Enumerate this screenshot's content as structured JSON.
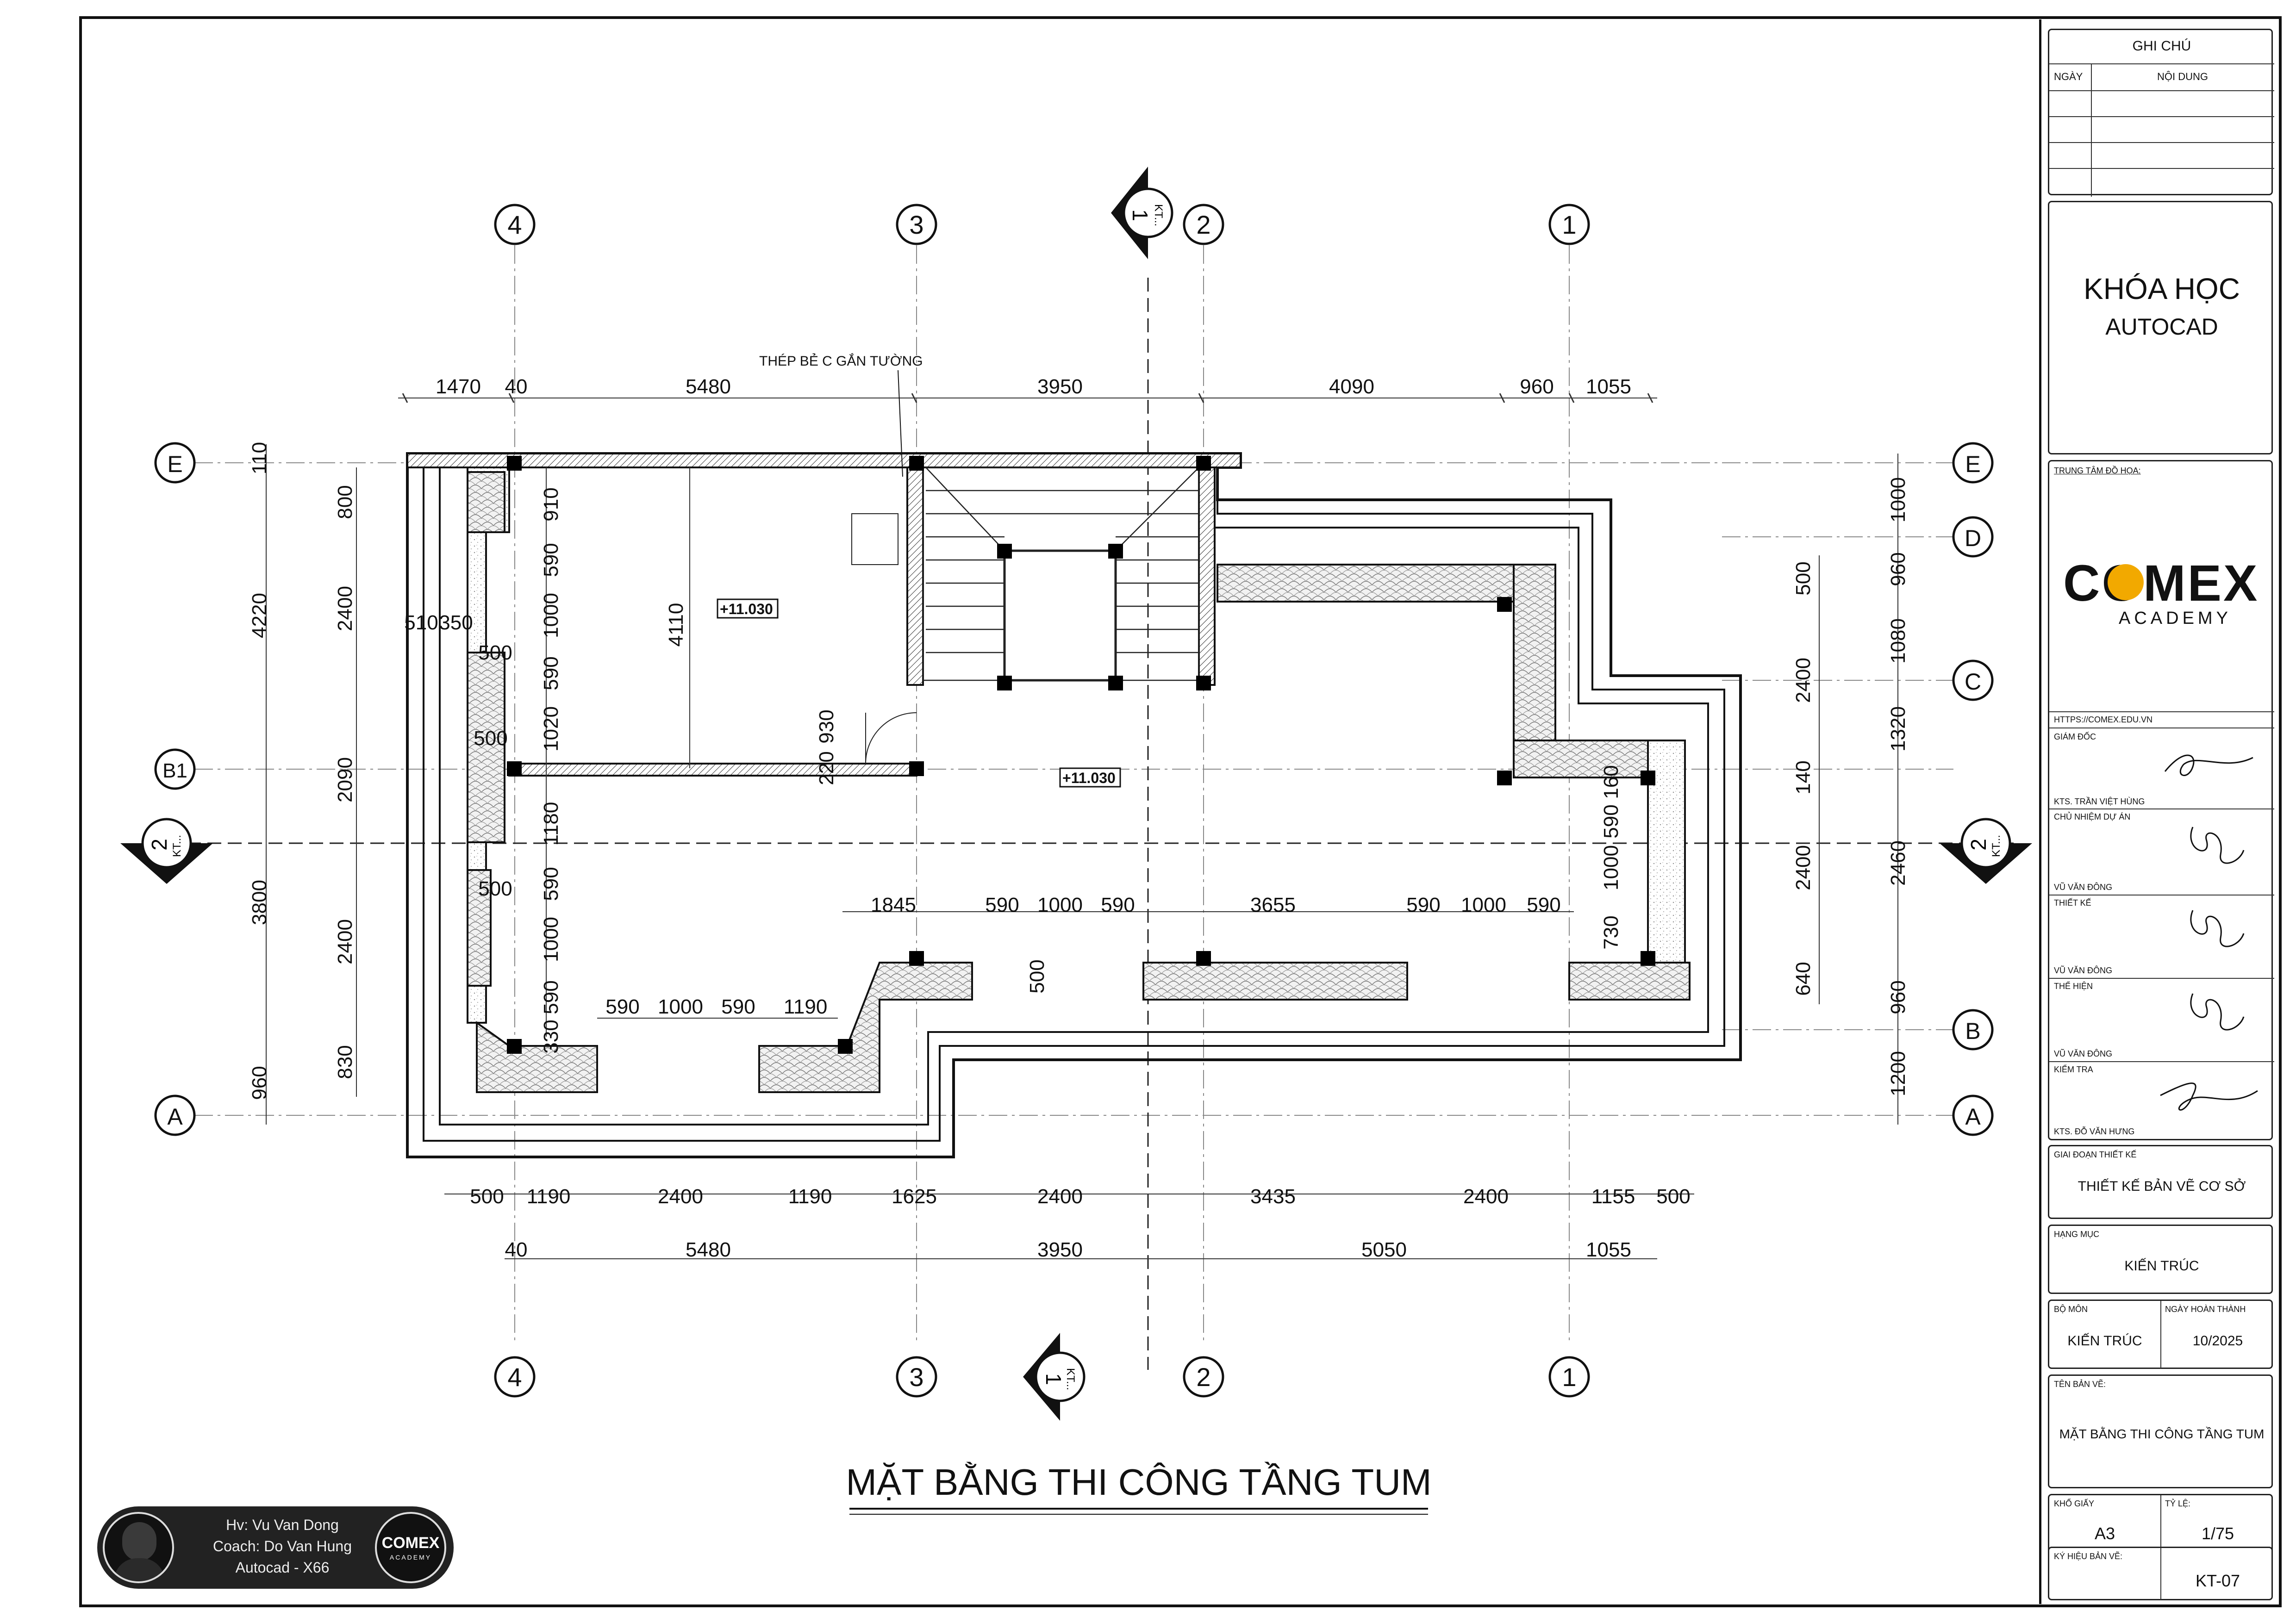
{
  "plan": {
    "title": "MẶT BẰNG THI CÔNG TẦNG TUM",
    "axes_top": [
      "4",
      "3",
      "2",
      "1"
    ],
    "axes_left": [
      "E",
      "B1",
      "A"
    ],
    "axes_right": [
      "E",
      "D",
      "C",
      "B",
      "A"
    ],
    "section_mark_top": {
      "num": "1",
      "ref": "KT..."
    },
    "section_mark_left": {
      "num": "2",
      "ref": "KT..."
    },
    "note_label": "THÉP BẺ C GẮN TƯỜNG",
    "elevations": [
      "+11.030",
      "+11.030"
    ],
    "dims_top_row1": [
      "1470",
      "40",
      "5480",
      "3950",
      "4090",
      "960",
      "1055"
    ],
    "dims_bottom_row1": [
      "500",
      "1190",
      "2400",
      "1190",
      "1625",
      "2400",
      "3435",
      "2400",
      "1155",
      "500"
    ],
    "dims_bottom_row2": [
      "40",
      "5480",
      "3950",
      "5050",
      "1055"
    ],
    "dims_left_outer": [
      "110",
      "4220",
      "3800",
      "960"
    ],
    "dims_left_inner": [
      "800",
      "2400",
      "2090",
      "2400",
      "830"
    ],
    "dims_right_outer": [
      "1000",
      "960",
      "1080",
      "1320",
      "2460",
      "960",
      "1200"
    ],
    "dims_right_inner": [
      "500",
      "2400",
      "140",
      "2400",
      "640"
    ],
    "dims_interior_vertical": [
      "910",
      "590",
      "1000",
      "590",
      "1020",
      "1180",
      "590",
      "1000",
      "590",
      "330"
    ],
    "dims_interior_misc": [
      "4110",
      "510",
      "350",
      "500",
      "500",
      "500",
      "220",
      "930",
      "160",
      "590",
      "1000",
      "730",
      "500"
    ],
    "dims_interior_row_upper": [
      "1845",
      "590",
      "1000",
      "590",
      "3655",
      "590",
      "1000",
      "590"
    ],
    "dims_interior_row_lower": [
      "590",
      "1000",
      "590",
      "1190"
    ]
  },
  "title_block": {
    "notes_header": "GHI CHÚ",
    "notes_col_date": "NGÀY",
    "notes_col_content": "NỘI DUNG",
    "course_line1": "KHÓA HỌC",
    "course_line2": "AUTOCAD",
    "center_label": "TRUNG TÂM ĐỒ HỌA:",
    "logo_main": "COMEX",
    "logo_sub": "ACADEMY",
    "website": "HTTPS://COMEX.EDU.VN",
    "roles": [
      {
        "role": "GIÁM ĐỐC",
        "name": "KTS. TRẦN VIỆT HÙNG"
      },
      {
        "role": "CHỦ NHIỆM DỰ ÁN",
        "name": "VŨ VĂN ĐÔNG"
      },
      {
        "role": "THIẾT KẾ",
        "name": "VŨ VĂN ĐÔNG"
      },
      {
        "role": "THỂ HIỆN",
        "name": "VŨ VĂN ĐÔNG"
      },
      {
        "role": "KIỂM TRA",
        "name": "KTS. ĐỖ VĂN HƯNG"
      }
    ],
    "phase_label": "GIAI ĐOẠN THIẾT KẾ",
    "phase_value": "THIẾT KẾ BẢN VẼ CƠ SỞ",
    "category_label": "HẠNG MỤC",
    "category_value": "KIẾN TRÚC",
    "dept_label": "BỘ MÔN",
    "dept_value": "KIẾN TRÚC",
    "date_label": "NGÀY HOÀN THÀNH",
    "date_value": "10/2025",
    "drawing_name_label": "TÊN BẢN VẼ:",
    "drawing_name_value": "MẶT BẰNG THI CÔNG TẦNG TUM",
    "paper_label": "KHỔ GIẤY",
    "paper_value": "A3",
    "scale_label": "TỶ LỆ:",
    "scale_value": "1/75",
    "code_label": "KÝ HIỆU BẢN VẼ:",
    "code_value": "KT-07"
  },
  "badge": {
    "line1": "Hv: Vu Van Dong",
    "line2": "Coach: Do Van Hung",
    "line3": "Autocad - X66",
    "logo_main": "COMEX",
    "logo_sub": "ACADEMY"
  }
}
